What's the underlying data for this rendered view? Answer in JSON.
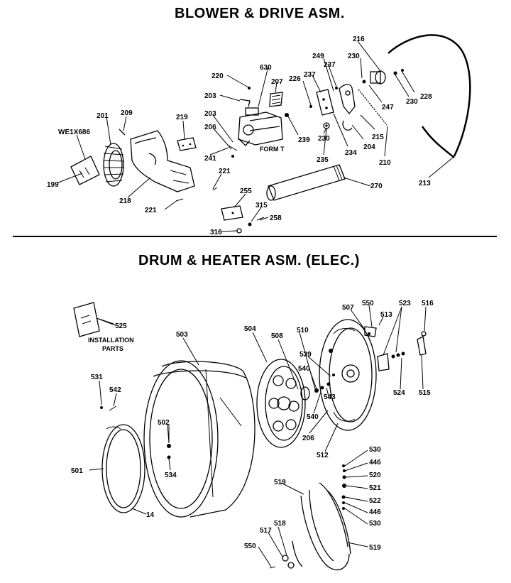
{
  "titles": {
    "blower": "BLOWER & DRIVE ASM.",
    "drum": "DRUM & HEATER ASM. (ELEC.)"
  },
  "captions": {
    "form": "FORM T",
    "installation_1": "INSTALLATION",
    "installation_2": "PARTS"
  },
  "blower_labels": [
    "216",
    "220",
    "630",
    "249",
    "237",
    "237",
    "230",
    "228",
    "226",
    "207",
    "203",
    "247",
    "230",
    "209",
    "201",
    "219",
    "203",
    "206",
    "239",
    "230",
    "234",
    "204",
    "215",
    "WE1X686",
    "241",
    "210",
    "213",
    "221",
    "235",
    "270",
    "199",
    "218",
    "255",
    "315",
    "221",
    "258",
    "316"
  ],
  "drum_labels": [
    "525",
    "503",
    "504",
    "508",
    "510",
    "507",
    "550",
    "513",
    "523",
    "516",
    "539",
    "540",
    "540",
    "543",
    "531",
    "542",
    "524",
    "515",
    "502",
    "534",
    "206",
    "512",
    "501",
    "530",
    "446",
    "520",
    "521",
    "522",
    "446",
    "530",
    "519",
    "518",
    "517",
    "550",
    "519",
    "14"
  ]
}
